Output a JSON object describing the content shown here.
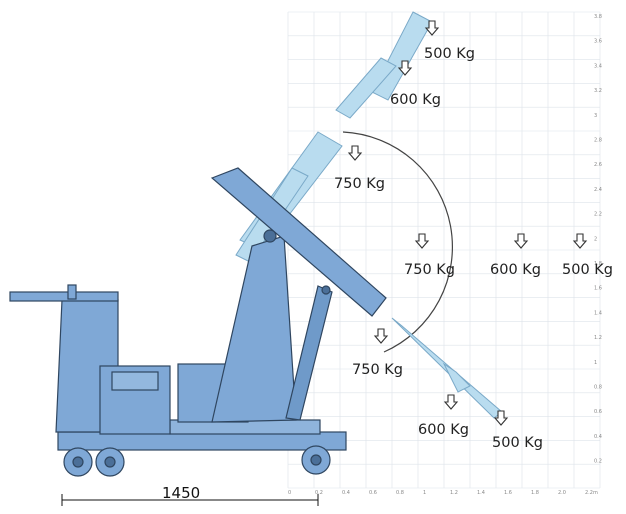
{
  "colors": {
    "machine": "#7fa8d6",
    "machine_dark": "#4b6f98",
    "boom_faint": "#b9dcef",
    "outline": "#2f4660",
    "grid": "#dde3ea",
    "arc": "#444444",
    "arrow": "#333333"
  },
  "loads": [
    {
      "label": "500 Kg"
    },
    {
      "label": "600 Kg"
    },
    {
      "label": "750 Kg"
    },
    {
      "label": "750 Kg"
    },
    {
      "label": "600 Kg"
    },
    {
      "label": "500 Kg"
    },
    {
      "label": "750 Kg"
    },
    {
      "label": "600 Kg"
    },
    {
      "label": "500 Kg"
    }
  ],
  "wheelbase": {
    "label": "1450"
  },
  "x_ticks": [
    "0",
    "0.2",
    "0.4",
    "0.6",
    "0.8",
    "1",
    "1.2",
    "1.4",
    "1.6",
    "1.8",
    "2.0",
    "2.2m"
  ],
  "y_ticks": [
    "3.8",
    "3.6",
    "3.4",
    "3.2",
    "3",
    "2.8",
    "2.6",
    "2.4",
    "2.2",
    "2",
    "1.8",
    "1.6",
    "1.4",
    "1.2",
    "1",
    "0.8",
    "0.6",
    "0.4",
    "0.2"
  ]
}
